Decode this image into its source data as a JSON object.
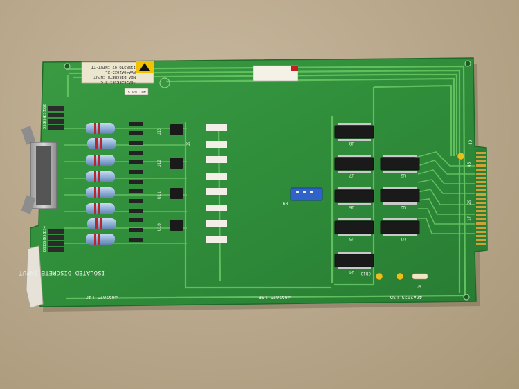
{
  "board": {
    "title": "ISOLATED DISCRETE INPUT",
    "part_numbers": [
      "46A2625 L4C",
      "46A2625 L3E",
      "46A2625 L3D"
    ],
    "sticker_lines": [
      "119RSTG 07 INPUT-TT",
      "PWA46A2625-XL",
      "MDA DISCRETE INPUT",
      "46A2625K151-2  G"
    ],
    "asset_tag": "A0716015",
    "reference_labels": {
      "u_chips": [
        "U1",
        "U2",
        "U3",
        "U4",
        "U5",
        "U6",
        "U7",
        "U8",
        "U9",
        "U10",
        "U11",
        "U12",
        "U13"
      ],
      "resistor_pack": "R9",
      "diode": "CR10",
      "jumper": "W1",
      "leds_left_top": [
        "DS8",
        "DS7",
        "DS6",
        "DS5"
      ],
      "leds_left_bottom": [
        "DS4",
        "DS3",
        "DS2",
        "DS1"
      ],
      "edge_pins": [
        "49",
        "45",
        "29",
        "17"
      ]
    }
  },
  "colors": {
    "background": "#b7a68a",
    "pcb": "#2f8d3a",
    "trace": "#62bf5e",
    "silkscreen": "#e9efe6",
    "ic_black": "#1a1a1a",
    "resistor_blue": "#8fb0d6",
    "resistor_pack_blue": "#2f63c9",
    "gold_fingers": "#cfa13c"
  }
}
